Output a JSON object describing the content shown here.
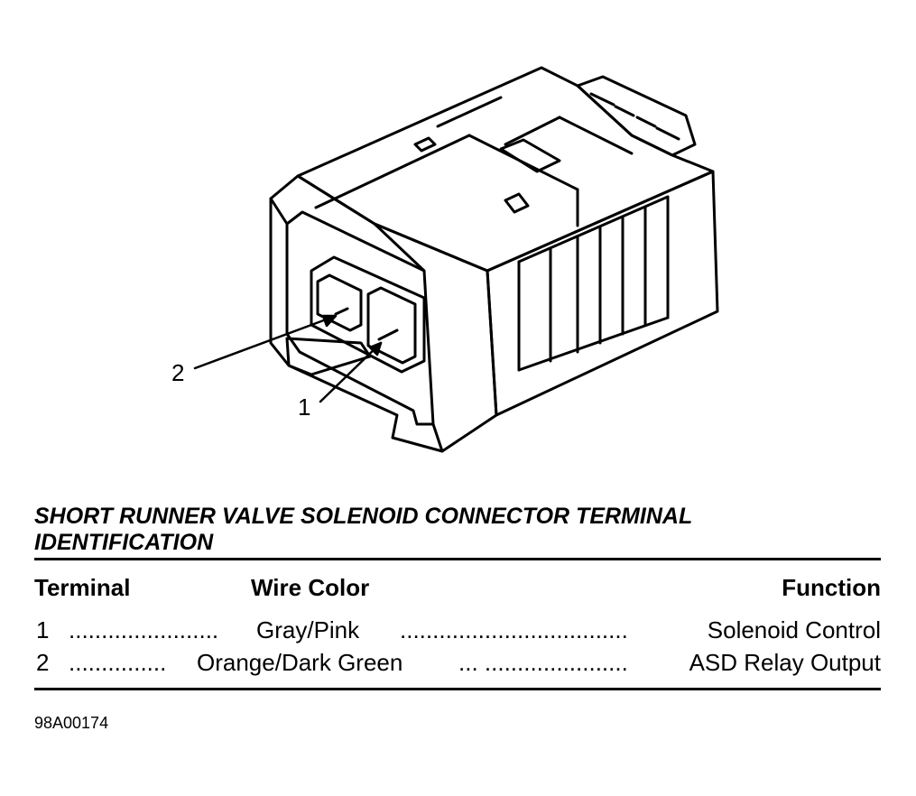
{
  "callouts": [
    {
      "label": "2"
    },
    {
      "label": "1"
    }
  ],
  "table": {
    "title": "SHORT RUNNER VALVE SOLENOID CONNECTOR TERMINAL IDENTIFICATION",
    "headers": {
      "terminal": "Terminal",
      "wire_color": "Wire Color",
      "function": "Function"
    },
    "rows": [
      {
        "terminal": "1",
        "dots1": ".......................",
        "wire_color": "Gray/Pink",
        "dots2": "...................................",
        "function": "Solenoid Control"
      },
      {
        "terminal": "2",
        "dots1": "...............",
        "wire_color": "Orange/Dark Green",
        "dots2": "... ......................",
        "function": "ASD Relay Output"
      }
    ]
  },
  "figure_code": "98A00174"
}
